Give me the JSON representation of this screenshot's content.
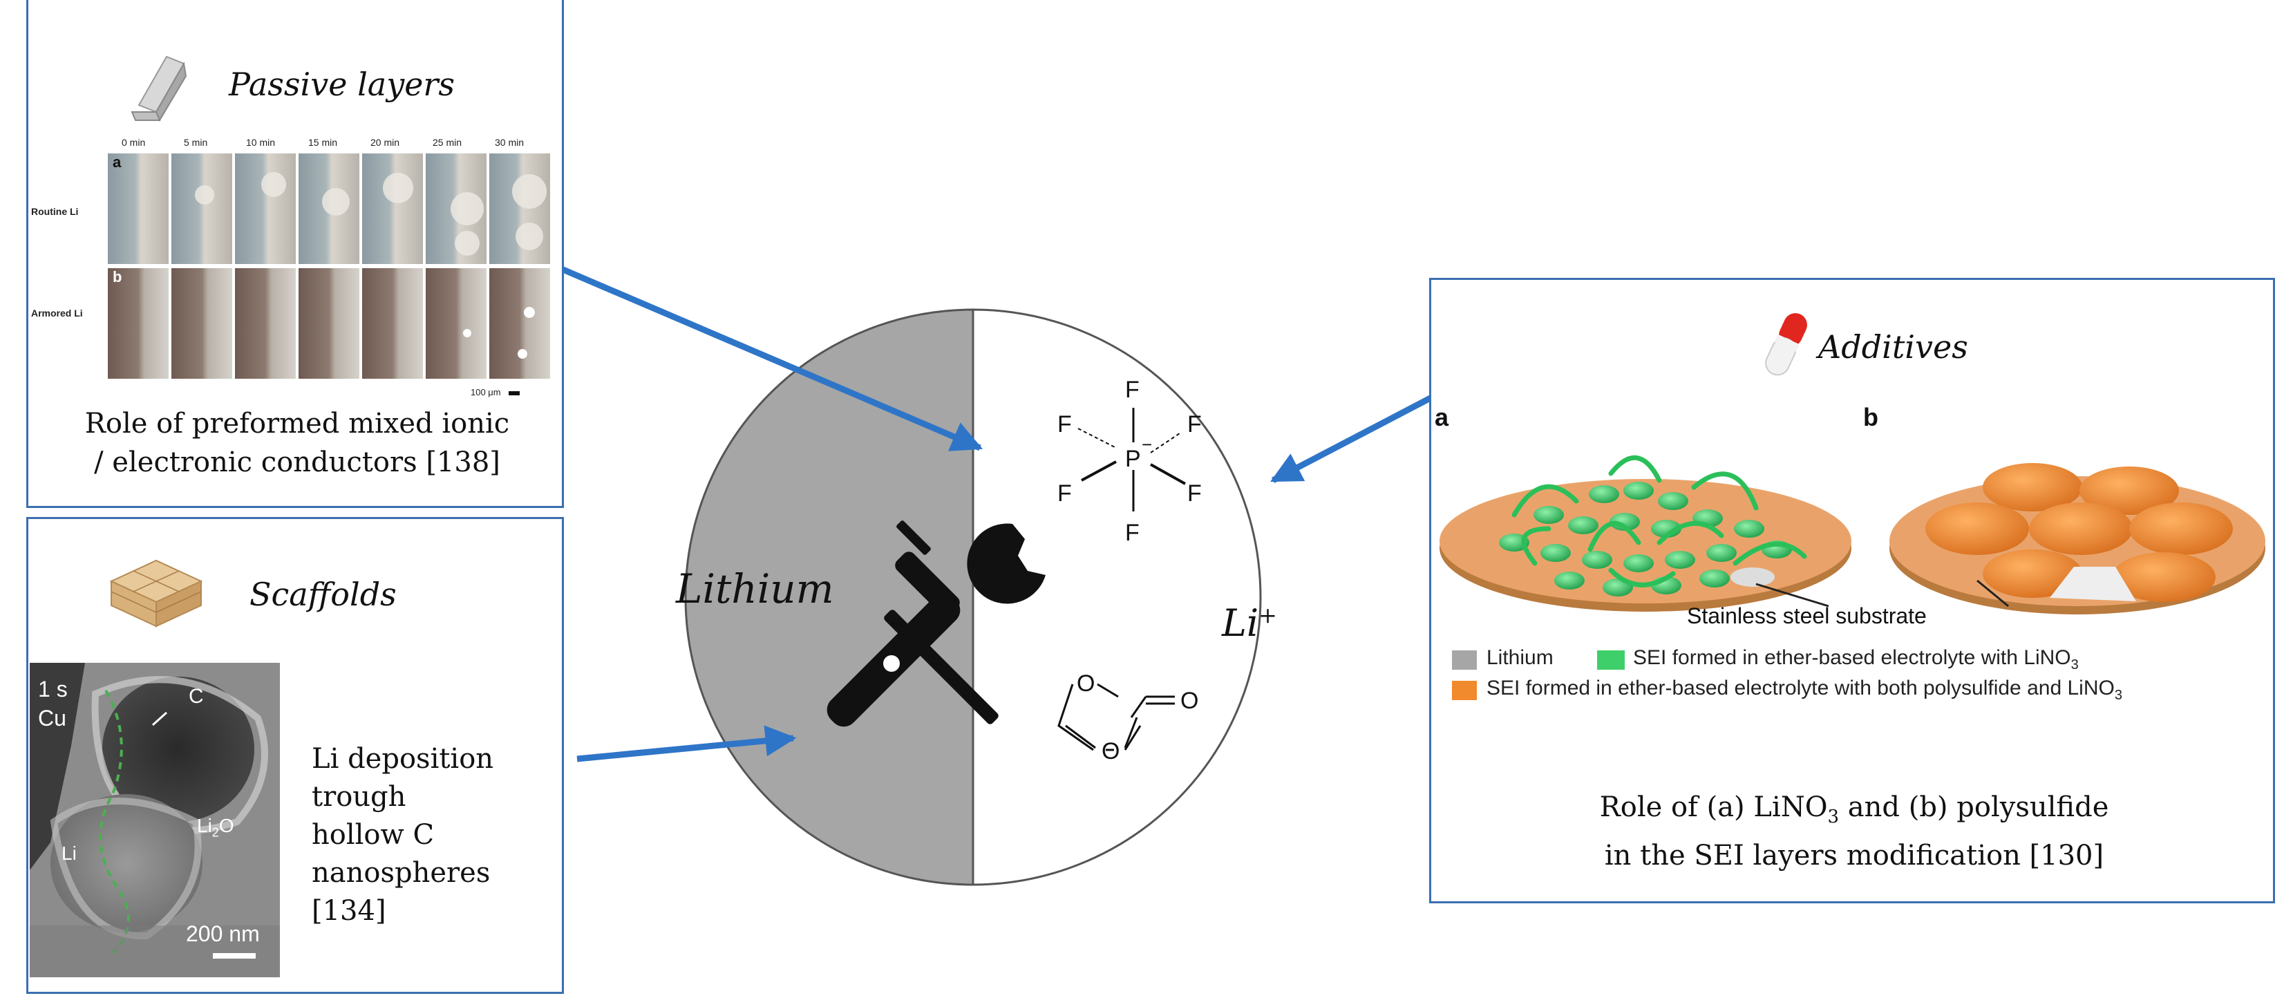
{
  "center": {
    "left_label": "Lithium",
    "right_label": "Li",
    "right_label_sup": "+",
    "pf6_atoms": [
      "F",
      "F",
      "F",
      "F",
      "F",
      "F",
      "P"
    ],
    "pf6_charge": "−",
    "ec_atoms": [
      "O",
      "O",
      "O"
    ],
    "colors": {
      "lithium": "#a6a6a6",
      "electrolyte": "#ffffff",
      "arrow": "#2e75c8"
    }
  },
  "passive": {
    "title": "Passive layers",
    "times": [
      "0 min",
      "5 min",
      "10 min",
      "15 min",
      "20 min",
      "25 min",
      "30 min"
    ],
    "row_labels": [
      "Routine Li",
      "Armored Li"
    ],
    "row_letters": [
      "a",
      "b"
    ],
    "scale": "100 μm",
    "caption_lines": [
      "Role of preformed mixed ionic",
      "/ electronic conductors [138]"
    ]
  },
  "scaffolds": {
    "title": "Scaffolds",
    "tem_labels": {
      "time": "1 s",
      "cu": "Cu",
      "c": "C",
      "li": "Li",
      "li2o": "Li",
      "li2o_sub": "2",
      "li2o_tail": "O",
      "scale": "200 nm"
    },
    "caption_lines": [
      "Li deposition",
      "trough",
      "hollow C",
      "nanospheres",
      "[134]"
    ]
  },
  "additives": {
    "title": "Additives",
    "letters": [
      "a",
      "b"
    ],
    "substrate": "Stainless steel substrate",
    "legend": {
      "lithium": "Lithium",
      "sei_green": "SEI formed in ether-based electrolyte with LiNO",
      "sei_green_sub": "3",
      "sei_orange": "SEI formed in ether-based electrolyte with both polysulfide and LiNO",
      "sei_orange_sub": "3"
    },
    "caption": {
      "l1a": "Role of (a) LiNO",
      "l1sub": "3",
      "l1b": " and (b) polysulfide",
      "l2": "in the SEI layers modification [130]"
    }
  }
}
